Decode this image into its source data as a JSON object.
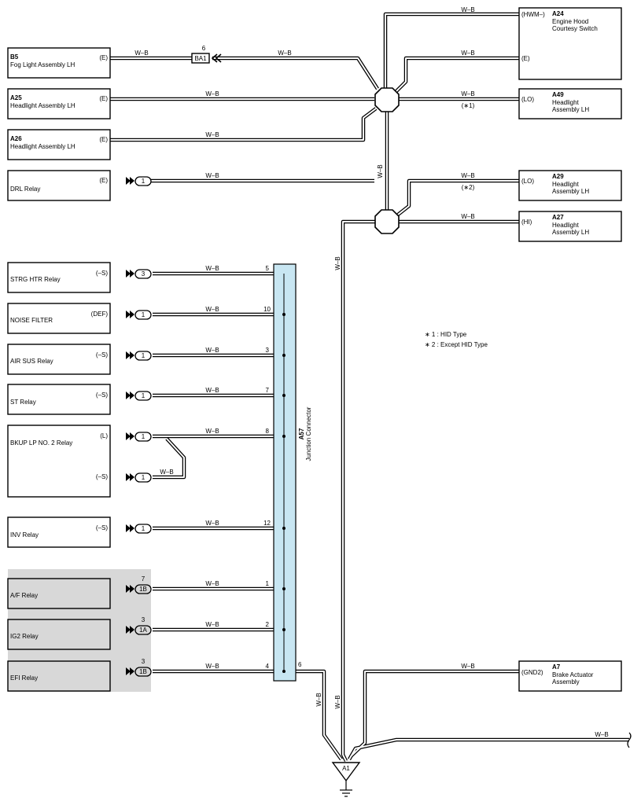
{
  "wire_label": "W–B",
  "components": {
    "b5": {
      "code": "B5",
      "name": "Fog Light Assembly LH",
      "pin": "(E)"
    },
    "a25": {
      "code": "A25",
      "name": "Headlight Assembly LH",
      "pin": "(E)"
    },
    "a26": {
      "code": "A26",
      "name": "Headlight Assembly LH",
      "pin": "(E)"
    },
    "drl": {
      "name": "DRL Relay",
      "pin": "(E)",
      "conn": "1"
    },
    "a24": {
      "code": "A24",
      "name1": "Engine Hood",
      "name2": "Courtesy Switch",
      "pin1": "(HWM–)",
      "pin2": "(E)"
    },
    "a49": {
      "code": "A49",
      "name1": "Headlight",
      "name2": "Assembly LH",
      "pin": "(LO)",
      "note": "(∗1)"
    },
    "a29": {
      "code": "A29",
      "name1": "Headlight",
      "name2": "Assembly LH",
      "pin": "(LO)",
      "note": "(∗2)"
    },
    "a27": {
      "code": "A27",
      "name1": "Headlight",
      "name2": "Assembly LH",
      "pin": "(HI)"
    },
    "a7": {
      "code": "A7",
      "name1": "Brake Actuator",
      "name2": "Assembly",
      "pin": "(GND2)"
    },
    "ba1": {
      "label": "BA1",
      "pin": "6"
    },
    "ground": {
      "label": "A1"
    }
  },
  "relays": [
    {
      "name": "STRG HTR Relay",
      "pin": "(–S)",
      "conn": "3",
      "jpin": "5"
    },
    {
      "name": "NOISE FILTER",
      "pin": "(DEF)",
      "conn": "1",
      "jpin": "10"
    },
    {
      "name": "AIR SUS Relay",
      "pin": "(–S)",
      "conn": "1",
      "jpin": "3"
    },
    {
      "name": "ST Relay",
      "pin": "(–S)",
      "conn": "1",
      "jpin": "7"
    },
    {
      "name": "BKUP LP NO. 2 Relay",
      "pin": "(L)",
      "pin2": "(–S)",
      "conn": "1",
      "conn2": "1",
      "jpin": "8"
    },
    {
      "name": "INV Relay",
      "pin": "(–S)",
      "conn": "1",
      "jpin": "12"
    },
    {
      "name": "A/F Relay",
      "conn": "1B",
      "conn_pin": "7",
      "jpin": "1"
    },
    {
      "name": "IG2 Relay",
      "conn": "1A",
      "conn_pin": "3",
      "jpin": "2"
    },
    {
      "name": "EFI Relay",
      "conn": "1B",
      "conn_pin": "3",
      "jpin": "4"
    }
  ],
  "junction": {
    "code": "A57",
    "name": "Junction Connector",
    "out_pin": "6"
  },
  "notes": [
    "∗ 1 : HID Type",
    "∗ 2 : Except HID Type"
  ]
}
